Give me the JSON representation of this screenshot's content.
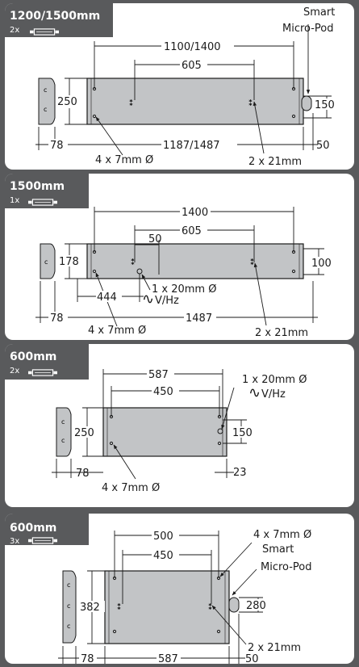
{
  "panels": [
    {
      "header": "1200/1500mm",
      "lamp_count": "2x",
      "extra_labels": [
        "Smart",
        "Micro-Pod"
      ],
      "dims": {
        "overall_width": "1100/1400",
        "hole_spacing": "605",
        "height": "250",
        "pod_height": "150",
        "left_offset": "78",
        "total_length": "1187/1487",
        "right_offset": "50"
      },
      "callouts": [
        "4 x 7mm Ø",
        "2 x 21mm"
      ]
    },
    {
      "header": "1500mm",
      "lamp_count": "1x",
      "dims": {
        "overall_width": "1400",
        "hole_spacing": "605",
        "small_offset": "50",
        "height": "178",
        "right_height": "100",
        "entry_offset": "444",
        "left_offset": "78",
        "total_length": "1487"
      },
      "callouts": [
        "1 x 20mm Ø",
        "V/Hz",
        "4 x 7mm Ø",
        "2 x 21mm"
      ]
    },
    {
      "header": "600mm",
      "lamp_count": "2x",
      "dims": {
        "overall_width": "587",
        "hole_spacing": "450",
        "height": "250",
        "right_height": "150",
        "left_offset": "78",
        "right_offset": "23"
      },
      "callouts": [
        "1 x 20mm Ø",
        "V/Hz",
        "4 x 7mm Ø"
      ]
    },
    {
      "header": "600mm",
      "lamp_count": "3x",
      "extra_labels": [
        "Smart",
        "Micro-Pod"
      ],
      "dims": {
        "overall_width": "500",
        "hole_spacing": "450",
        "height": "382",
        "pod_height": "280",
        "left_offset": "78",
        "total_length": "587",
        "right_offset": "50"
      },
      "callouts": [
        "4 x 7mm Ø",
        "2 x 21mm"
      ]
    }
  ],
  "colors": {
    "frame": "#595a5c",
    "card": "#ffffff",
    "fixture": "#c2c4c6",
    "line": "#1a1a1a"
  }
}
